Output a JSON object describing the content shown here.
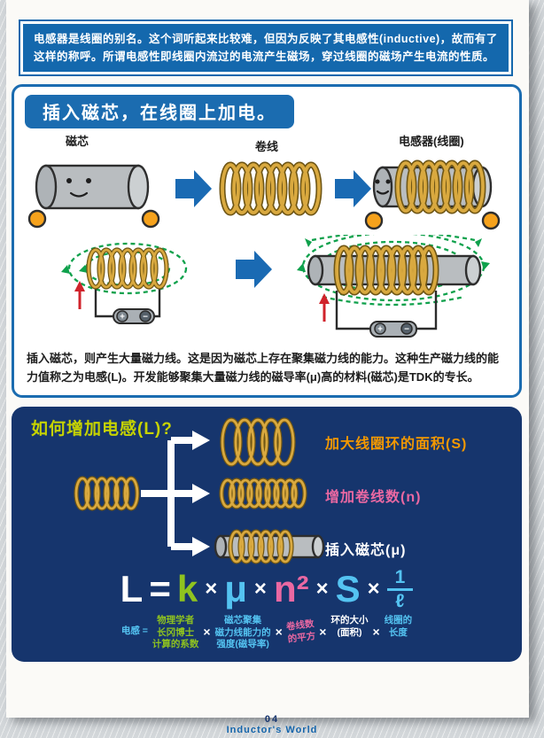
{
  "colors": {
    "accent_blue": "#1b6cb0",
    "navy": "#16356d",
    "coil_gold": "#d9a93f",
    "field_green": "#0fa14c",
    "formula_cyan": "#54c3f1",
    "formula_green": "#8fc31f",
    "formula_pink": "#ea68a2",
    "label_orange": "#f39800",
    "title_yellow_green": "#c6d300"
  },
  "header": {
    "text": "电感器是线圈的别名。这个词听起来比较难，但因为反映了其电感性(inductive)，故而有了这样的称呼。所谓电感性即线圈内流过的电流产生磁场，穿过线圈的磁场产生电流的性质。"
  },
  "main": {
    "title": "插入磁芯，在线圈上加电。",
    "row1": {
      "core_label": "磁芯",
      "coil_label": "卷线",
      "inductor_label": "电感器(线圈)"
    },
    "body": "插入磁芯，则产生大量磁力线。这是因为磁芯上存在聚集磁力线的能力。这种生产磁力线的能力值称之为电感(L)。开发能够聚集大量磁力线的磁导率(μ)高的材料(磁芯)是TDK的专长。"
  },
  "bottom": {
    "question": "如何增加电感(L)?",
    "branches": [
      {
        "label": "加大线圈环的面积(S)"
      },
      {
        "label": "增加卷线数(n)"
      },
      {
        "label": "插入磁芯(μ)"
      }
    ],
    "formula": {
      "L": "L",
      "eq": "=",
      "k": "k",
      "times": "×",
      "mu": "μ",
      "n2": "n²",
      "S": "S",
      "num": "1",
      "den": "ℓ"
    },
    "captions": {
      "inductance": "电感 =",
      "k": "物理学者\n长冈博士\n计算的系数",
      "mu": "磁芯聚集\n磁力线能力的\n强度(磁导率)",
      "n": "卷线数\n的平方",
      "s": "环的大小\n(面积)",
      "l": "线圈的\n长度"
    }
  },
  "footer": {
    "page_number": "04",
    "brand": "Inductor's World"
  }
}
